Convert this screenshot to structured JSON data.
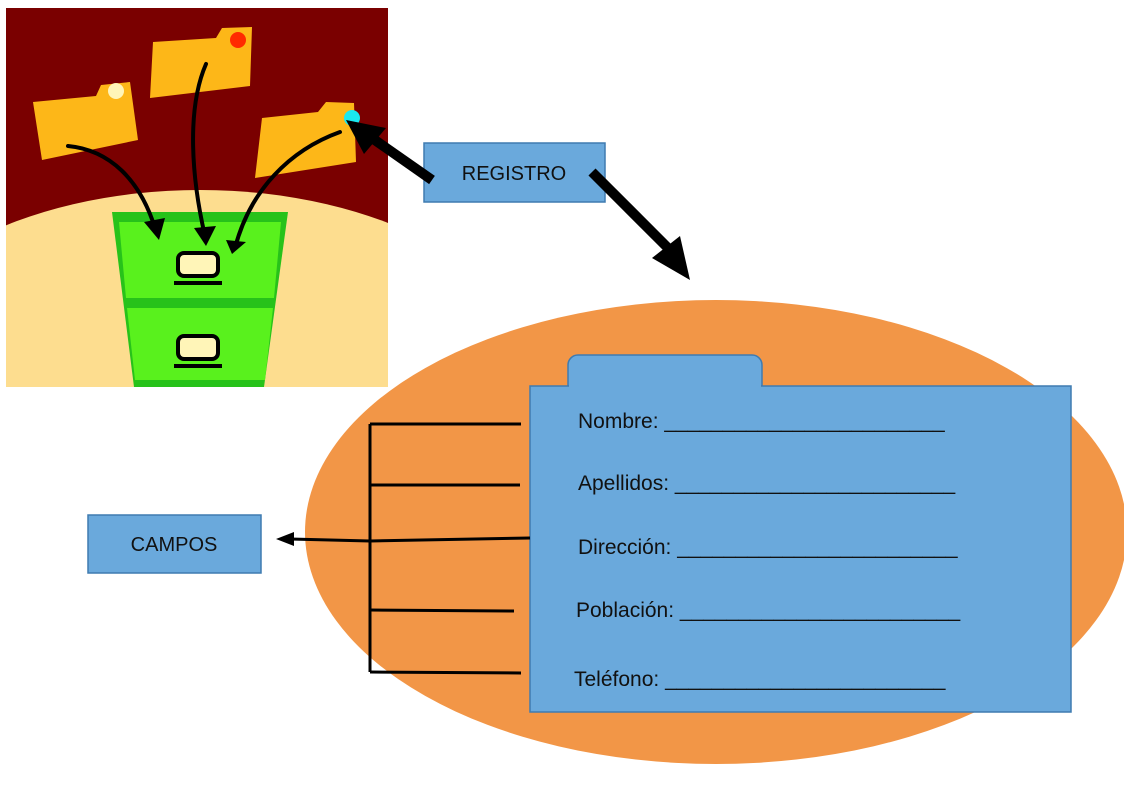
{
  "labels": {
    "registro": "REGISTRO",
    "campos": "CAMPOS"
  },
  "fields": [
    {
      "label": "Nombre:",
      "blank": "________________________"
    },
    {
      "label": "Apellidos:",
      "blank": "________________________"
    },
    {
      "label": "Dirección:",
      "blank": "________________________"
    },
    {
      "label": "Población:",
      "blank": "________________________"
    },
    {
      "label": "Teléfono:",
      "blank": "________________________"
    }
  ],
  "colors": {
    "box_fill": "#6aa9dc",
    "box_stroke": "#3f7bb0",
    "ellipse": "#f29647",
    "clipart_background": "#7a0000",
    "clipart_floor": "#fddd8f",
    "folder": "#fdb718",
    "cabinet": "#27c21a",
    "cabinet_drawer": "#59f11d",
    "arrow": "#000000"
  },
  "icons": [
    "file-cabinet-clipart-icon",
    "folder-icon",
    "arrow-icon"
  ]
}
